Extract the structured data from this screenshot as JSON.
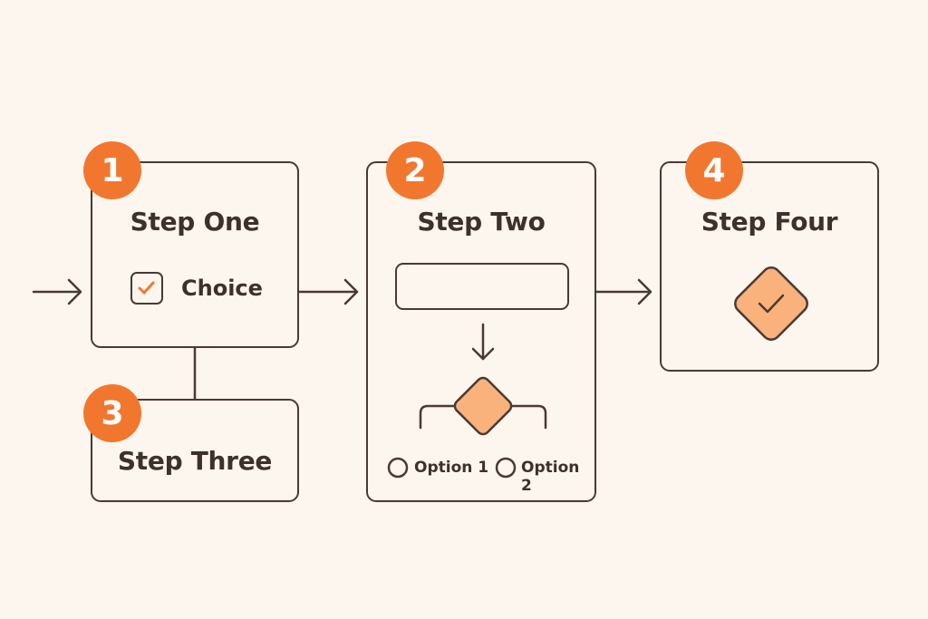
{
  "steps": [
    {
      "number": "1",
      "title": "Step One",
      "choice_label": "Choice"
    },
    {
      "number": "2",
      "title": "Step Two",
      "option_1": "Option 1",
      "option_2": "Option 2"
    },
    {
      "number": "3",
      "title": "Step Three"
    },
    {
      "number": "4",
      "title": "Step Four"
    }
  ],
  "colors": {
    "background": "#fdf6ee",
    "stroke": "#4a3a33",
    "accent": "#f2772e",
    "diamond_fill": "#f9b27c"
  }
}
